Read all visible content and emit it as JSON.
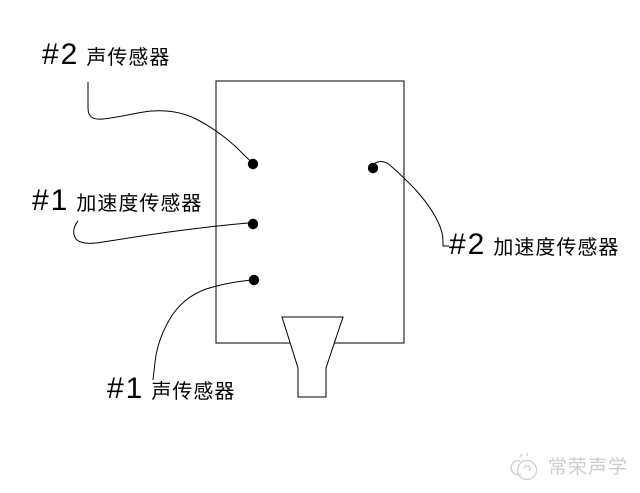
{
  "diagram": {
    "labels": [
      {
        "prefix": "#2",
        "name": "声传感器"
      },
      {
        "prefix": "#1",
        "name": "加速度传感器"
      },
      {
        "prefix": "#1",
        "name": "声传感器"
      },
      {
        "prefix": "#2",
        "name": "加速度传感器"
      }
    ]
  },
  "watermark": {
    "brand": "常荣声学"
  },
  "colors": {
    "background": "#ffffff",
    "line": "#000000",
    "dot": "#000000",
    "watermark": "#cccccc"
  }
}
